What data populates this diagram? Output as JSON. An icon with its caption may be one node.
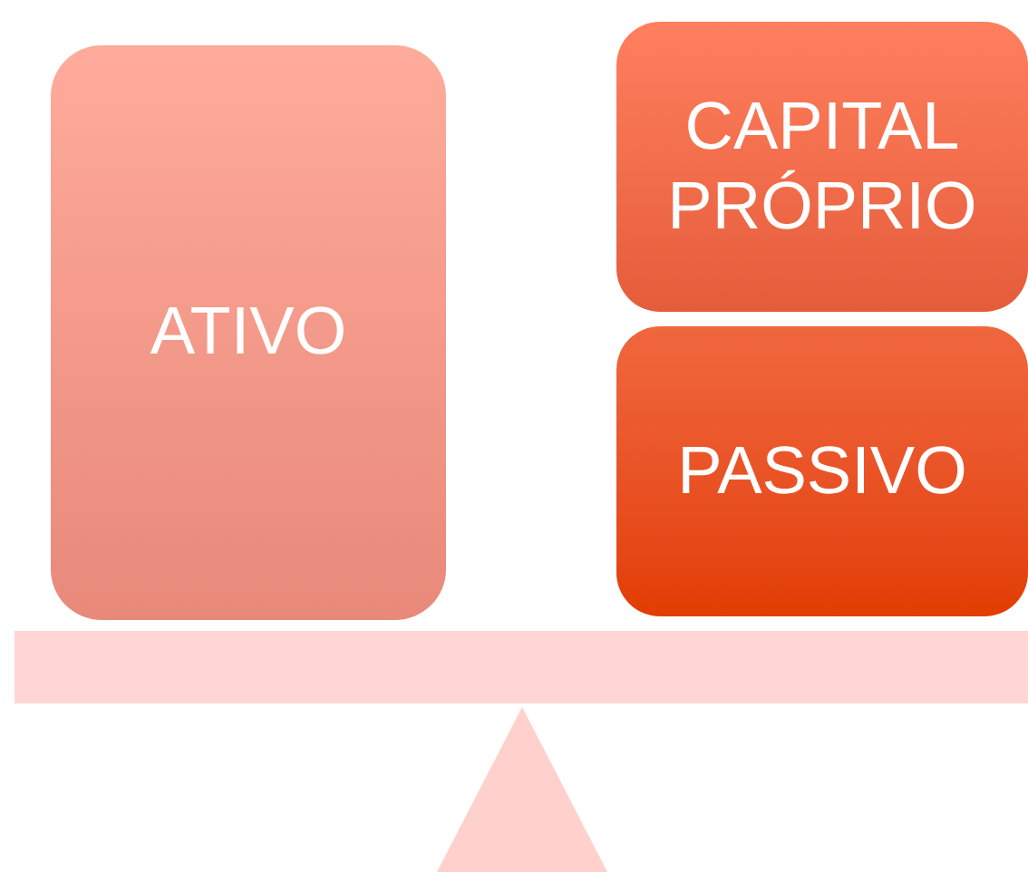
{
  "diagram": {
    "nodes": [
      {
        "text": [
          "ATIVO"
        ]
      },
      {
        "text": [
          "CAPITAL PRÓPRIO"
        ]
      },
      {
        "text": [
          "PASSIVO"
        ]
      }
    ]
  }
}
